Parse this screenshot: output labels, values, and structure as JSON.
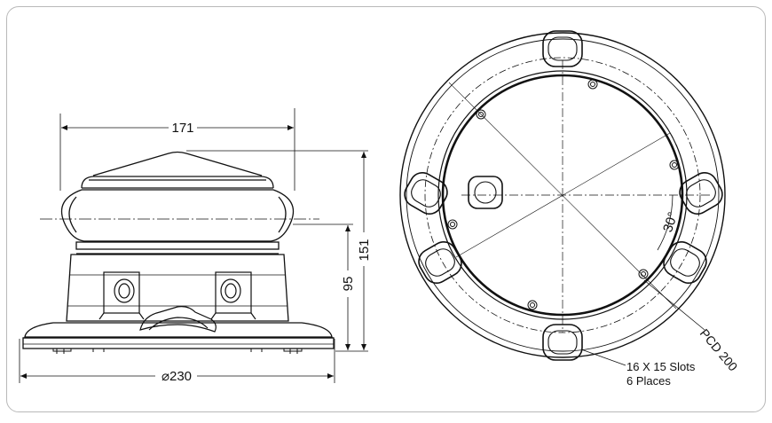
{
  "side_view": {
    "width_dim": "171",
    "height_dim": "151",
    "body_height_dim": "95",
    "base_diameter_dim": "⌀230"
  },
  "top_view": {
    "angle_dim": "30°",
    "pcd_label": "PCD 200",
    "slots_note": {
      "line1": "16 X 15 Slots",
      "line2": "6 Places"
    }
  },
  "colors": {
    "line": "#111111",
    "frame": "#b9b9b9",
    "background": "#ffffff"
  }
}
